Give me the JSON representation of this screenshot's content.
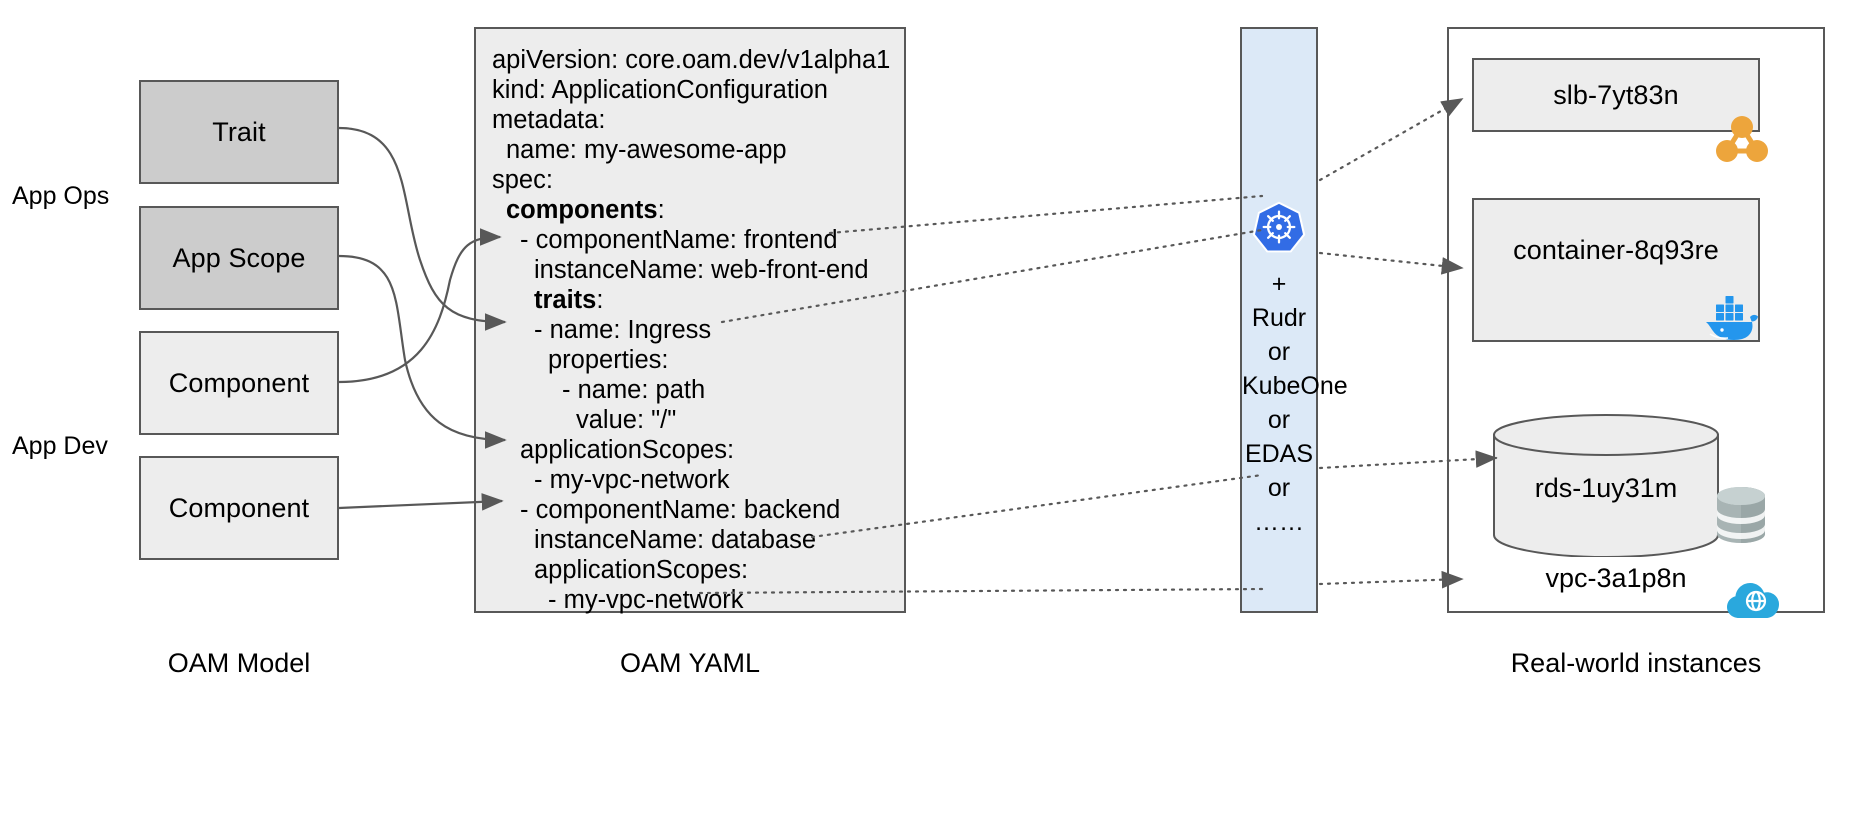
{
  "diagram": {
    "left_column": {
      "caption": "OAM Model",
      "role_labels": [
        {
          "name": "app-ops",
          "text": "App Ops"
        },
        {
          "name": "app-dev",
          "text": "App Dev"
        }
      ],
      "boxes": [
        {
          "name": "trait",
          "label": "Trait",
          "shade": "dark"
        },
        {
          "name": "app-scope",
          "label": "App Scope",
          "shade": "dark"
        },
        {
          "name": "component-1",
          "label": "Component",
          "shade": "light"
        },
        {
          "name": "component-2",
          "label": "Component",
          "shade": "light"
        }
      ]
    },
    "yaml_panel": {
      "caption": "OAM YAML",
      "lines": [
        {
          "text": "apiVersion: core.oam.dev/v1alpha1",
          "indent": 0,
          "bold": ""
        },
        {
          "text": "kind: ApplicationConfiguration",
          "indent": 0,
          "bold": ""
        },
        {
          "text": "metadata:",
          "indent": 0,
          "bold": ""
        },
        {
          "text": "name: my-awesome-app",
          "indent": 1,
          "bold": ""
        },
        {
          "text": "spec:",
          "indent": 0,
          "bold": ""
        },
        {
          "text": "components",
          "suffix": ":",
          "indent": 1,
          "bold": "components"
        },
        {
          "text": "- componentName: frontend",
          "indent": 2,
          "bold": ""
        },
        {
          "text": "instanceName: web-front-end",
          "indent": 3,
          "bold": ""
        },
        {
          "text": "traits",
          "suffix": ":",
          "indent": 3,
          "bold": "traits"
        },
        {
          "text": "- name: Ingress",
          "indent": 3,
          "bold": ""
        },
        {
          "text": "properties:",
          "indent": 4,
          "bold": ""
        },
        {
          "text": "- name: path",
          "indent": 5,
          "bold": ""
        },
        {
          "text": "value: \"/\"",
          "indent": 6,
          "bold": ""
        },
        {
          "text": "applicationScopes:",
          "indent": 2,
          "bold": ""
        },
        {
          "text": "- my-vpc-network",
          "indent": 3,
          "bold": ""
        },
        {
          "text": "- componentName: backend",
          "indent": 2,
          "bold": ""
        },
        {
          "text": "instanceName: database",
          "indent": 3,
          "bold": ""
        },
        {
          "text": "applicationScopes:",
          "indent": 3,
          "bold": ""
        },
        {
          "text": "- my-vpc-network",
          "indent": 4,
          "bold": ""
        }
      ]
    },
    "platform_column": {
      "logo": "kubernetes-logo",
      "lines": [
        "+",
        "Rudr",
        "or",
        "KubeOne",
        "or",
        "EDAS",
        "or",
        "……"
      ]
    },
    "instances_panel": {
      "caption": "Real-world instances",
      "items": [
        {
          "name": "slb",
          "label": "slb-7yt83n",
          "icon": "slb-icon"
        },
        {
          "name": "container",
          "label": "container-8q93re",
          "icon": "docker-icon"
        },
        {
          "name": "rds",
          "label": "rds-1uy31m",
          "icon": "database-icon"
        },
        {
          "name": "vpc",
          "label": "vpc-3a1p8n",
          "icon": "vpc-cloud-icon"
        }
      ]
    },
    "colors": {
      "box_border": "#585858",
      "box_fill_dark": "#cccccc",
      "box_fill_light": "#ededed",
      "platform_fill": "#dce9f7",
      "k8s_blue": "#326ce5",
      "slb_orange": "#eda53c",
      "docker_blue": "#2496ed",
      "vpc_blue": "#2aa8dd",
      "db_gray": "#a8b4b4"
    }
  }
}
